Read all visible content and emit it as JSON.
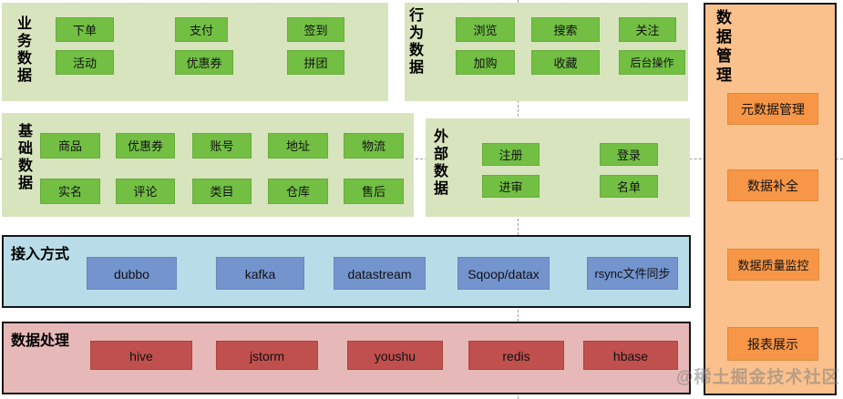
{
  "diagram": {
    "panels": {
      "business": {
        "title": "业务数据",
        "items": [
          "下单",
          "支付",
          "签到",
          "活动",
          "优惠券",
          "拼团"
        ]
      },
      "behavior": {
        "title": "行为数据",
        "items": [
          "浏览",
          "搜索",
          "关注",
          "加购",
          "收藏",
          "后台操作"
        ]
      },
      "basic": {
        "title": "基础数据",
        "items": [
          "商品",
          "优惠券",
          "账号",
          "地址",
          "物流",
          "实名",
          "评论",
          "类目",
          "仓库",
          "售后"
        ]
      },
      "external": {
        "title": "外部数据",
        "items": [
          "注册",
          "登录",
          "进审",
          "名单"
        ]
      },
      "access": {
        "title": "接入方式",
        "items": [
          "dubbo",
          "kafka",
          "datastream",
          "Sqoop/datax",
          "rsync文件同步"
        ]
      },
      "processing": {
        "title": "数据处理",
        "items": [
          "hive",
          "jstorm",
          "youshu",
          "redis",
          "hbase"
        ]
      },
      "management": {
        "title": "数据管理",
        "items": [
          "元数据管理",
          "数据补全",
          "数据质量监控",
          "报表展示"
        ]
      }
    },
    "watermark": "@稀土掘金技术社区",
    "colors": {
      "green_panel": "#d7e4bd",
      "green_node": "#72bf44",
      "blue_panel": "#b8dde8",
      "blue_node": "#7494ce",
      "pink_panel": "#e6b9b8",
      "red_node": "#c0504d",
      "orange_panel": "#fbc18c",
      "orange_node": "#f79646",
      "panel_border": "#161616",
      "guide_line": "#9d9d9d"
    }
  }
}
